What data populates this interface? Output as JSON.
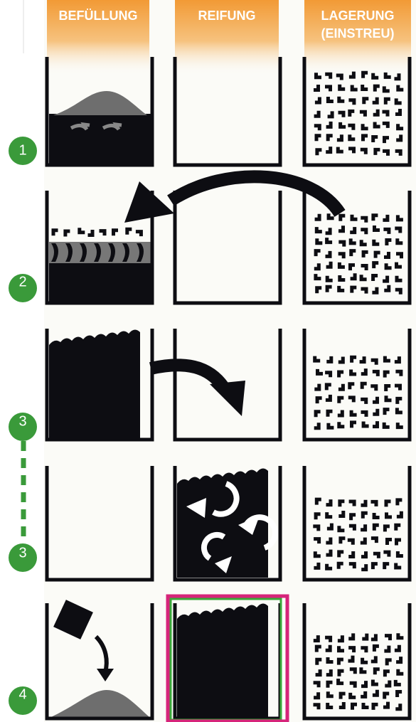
{
  "columns": [
    {
      "id": "fill",
      "label_lines": [
        "BEFÜLLUNG"
      ]
    },
    {
      "id": "ripen",
      "label_lines": [
        "REIFUNG"
      ]
    },
    {
      "id": "store",
      "label_lines": [
        "LAGERUNG",
        "(EINSTREU)"
      ]
    }
  ],
  "steps": [
    {
      "label": "1"
    },
    {
      "label": "2"
    },
    {
      "label": "3"
    },
    {
      "label": "3"
    },
    {
      "label": "4"
    }
  ],
  "colors": {
    "header_gradient_top": "#f0a040",
    "step_green": "#3a9a3a",
    "material": "#0d0d12",
    "substrate_grey": "#707070",
    "highlight_magenta": "#d6247a",
    "highlight_green": "#3aa83a",
    "background": "#fbfbf7"
  }
}
